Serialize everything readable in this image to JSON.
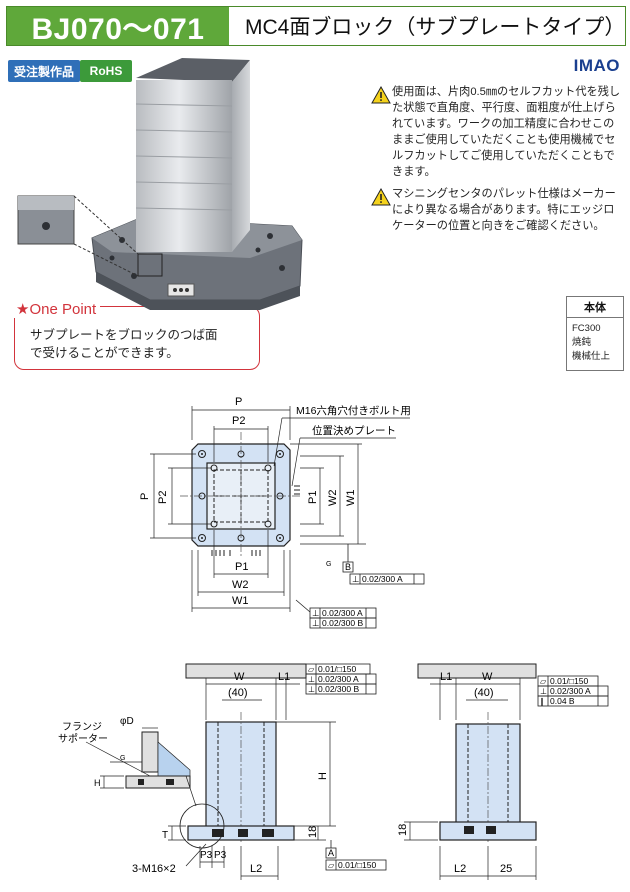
{
  "header": {
    "model": "BJ070〜071",
    "title": "MC4面ブロック（サブプレートタイプ）"
  },
  "badges": {
    "order": "受注製作品",
    "rohs": "RoHS"
  },
  "brand": "IMAO",
  "notes": [
    "使用面は、片肉0.5㎜のセルフカット代を残した状態で直角度、平行度、面粗度が仕上げられています。ワークの加工精度に合わせこのままご使用していただくことも使用機械でセルフカットしてご使用していただくこともできます。",
    "マシニングセンタのパレット仕様はメーカーにより異なる場合があります。特にエッジロケーターの位置と向きをご確認ください。"
  ],
  "material": {
    "header": "本体",
    "lines": [
      "FC300",
      "焼鈍",
      "機械仕上"
    ]
  },
  "one_point": {
    "title": "★One Point",
    "lines": [
      "サブプレートをブロックのつば面",
      "で受けることができます。"
    ]
  },
  "top_view": {
    "dim_p_top": "P",
    "dim_p2_top": "P2",
    "dim_p_left": "P",
    "dim_p2_left": "P2",
    "dim_p1_right": "P1",
    "dim_w2_right": "W2",
    "dim_w1_right": "W1",
    "dim_p1_bottom": "P1",
    "dim_w2_bottom": "W2",
    "dim_w1_bottom": "W1",
    "bolt_label": "M16六角穴付きボルト用",
    "plate_label": "位置決めプレート",
    "datum_b": "B",
    "tol_right": "0.02/300 A",
    "tol_bottom_1": "0.02/300 A",
    "tol_bottom_2": "0.02/300 B",
    "surface_mark": "G"
  },
  "front_view": {
    "dim_w": "W",
    "dim_l1": "L1",
    "dim_40": "(40)",
    "tol_1": "0.01/□150",
    "tol_2": "0.02/300 A",
    "tol_3": "0.02/300 B",
    "dim_h": "H",
    "dim_18": "18",
    "dim_t": "T",
    "dim_p3a": "P3",
    "dim_p3b": "P3",
    "dim_l2": "L2",
    "screw": "3-M16×2",
    "datum_a": "A",
    "tol_bottom": "0.01/□150",
    "flange_label_1": "フランジ",
    "flange_label_2": "サポーター",
    "dim_phi_d": "φD",
    "surface_mark": "G",
    "dim_h_small": "H"
  },
  "side_view": {
    "dim_l1": "L1",
    "dim_w": "W",
    "dim_40": "(40)",
    "tol_1": "0.01/□150",
    "tol_2": "0.02/300 A",
    "tol_3": "0.04 B",
    "dim_18": "18",
    "dim_l2": "L2",
    "dim_25": "25"
  }
}
